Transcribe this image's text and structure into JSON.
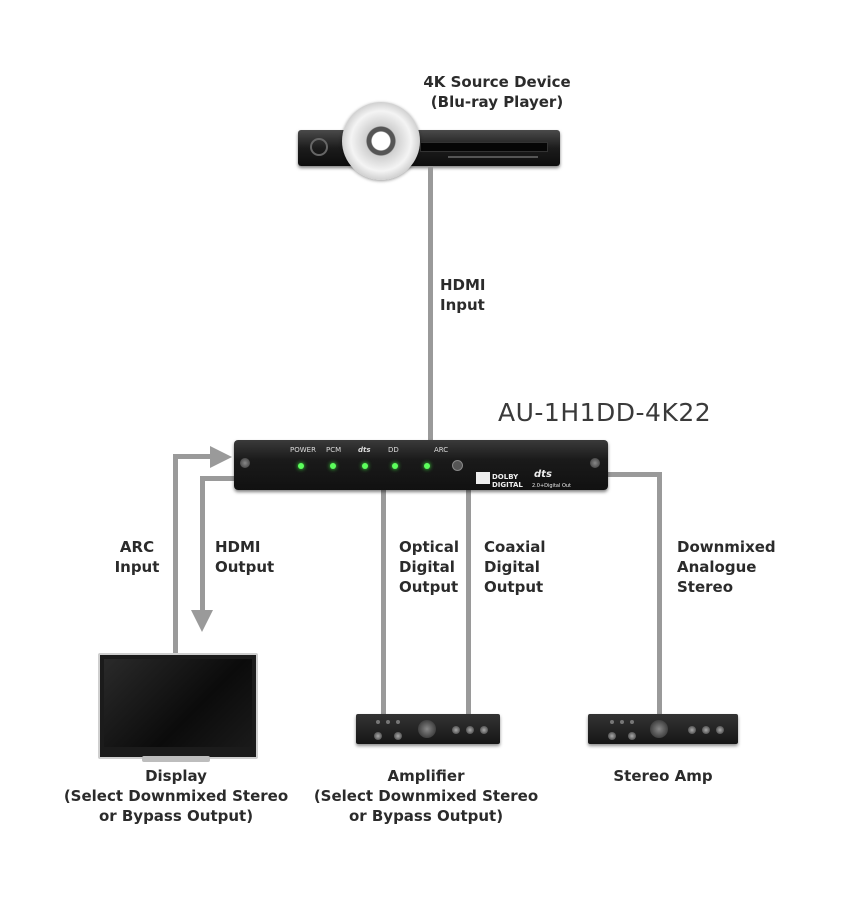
{
  "source": {
    "title": "4K Source Device",
    "subtitle": "(Blu-ray Player)"
  },
  "hdmi_input": {
    "line1": "HDMI",
    "line2": "Input"
  },
  "model": "AU-1H1DD-4K22",
  "front_panel": {
    "leds": [
      "POWER",
      "PCM",
      "dts",
      "DD",
      "ARC"
    ],
    "logo_dolby_1": "DOLBY",
    "logo_dolby_2": "DIGITAL",
    "logo_dts": "dts",
    "logo_dts_sub": "2.0+Digital Out"
  },
  "arc_input": {
    "line1": "ARC",
    "line2": "Input"
  },
  "hdmi_output": {
    "line1": "HDMI",
    "line2": "Output"
  },
  "optical": {
    "line1": "Optical",
    "line2": "Digital",
    "line3": "Output"
  },
  "coaxial": {
    "line1": "Coaxial",
    "line2": "Digital",
    "line3": "Output"
  },
  "analogue": {
    "line1": "Downmixed",
    "line2": "Analogue",
    "line3": "Stereo"
  },
  "display": {
    "line1": "Display",
    "line2": "(Select Downmixed Stereo",
    "line3": "or Bypass Output)"
  },
  "amplifier": {
    "line1": "Amplifier",
    "line2": "(Select Downmixed Stereo",
    "line3": "or Bypass Output)"
  },
  "stereo_amp": {
    "line1": "Stereo Amp"
  },
  "colors": {
    "wire": "#9a9a9a",
    "led": "#5cff5c",
    "text": "#2b2b2b"
  }
}
